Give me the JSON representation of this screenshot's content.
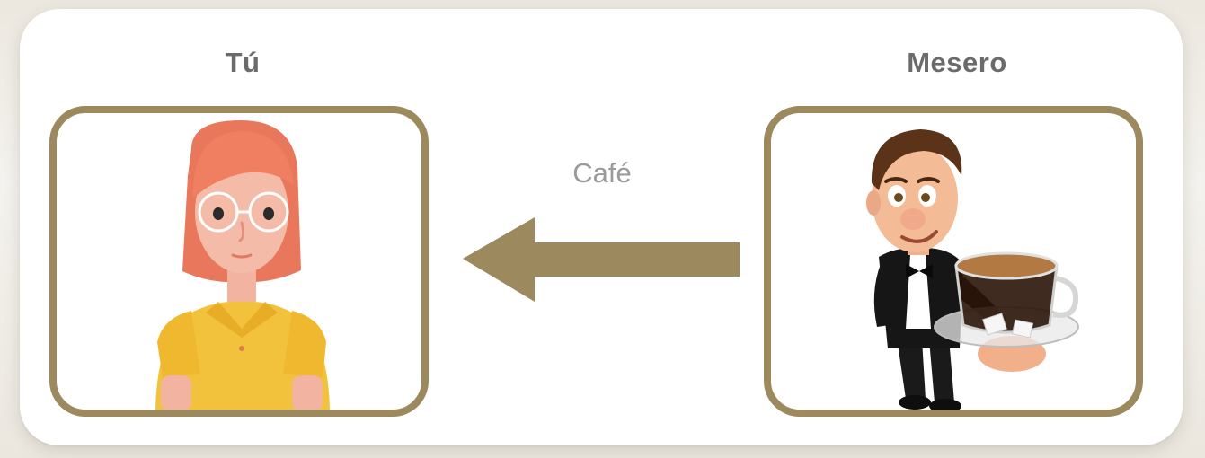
{
  "left": {
    "title": "Tú",
    "avatar": "woman-avatar"
  },
  "right": {
    "title": "Mesero",
    "avatar": "waiter-with-coffee"
  },
  "arrow": {
    "label": "Café",
    "direction": "right-to-left"
  },
  "colors": {
    "frame": "#9c8a5e",
    "arrow": "#9c8a5e",
    "title": "#6b6b6b",
    "label": "#9a9a9a"
  }
}
